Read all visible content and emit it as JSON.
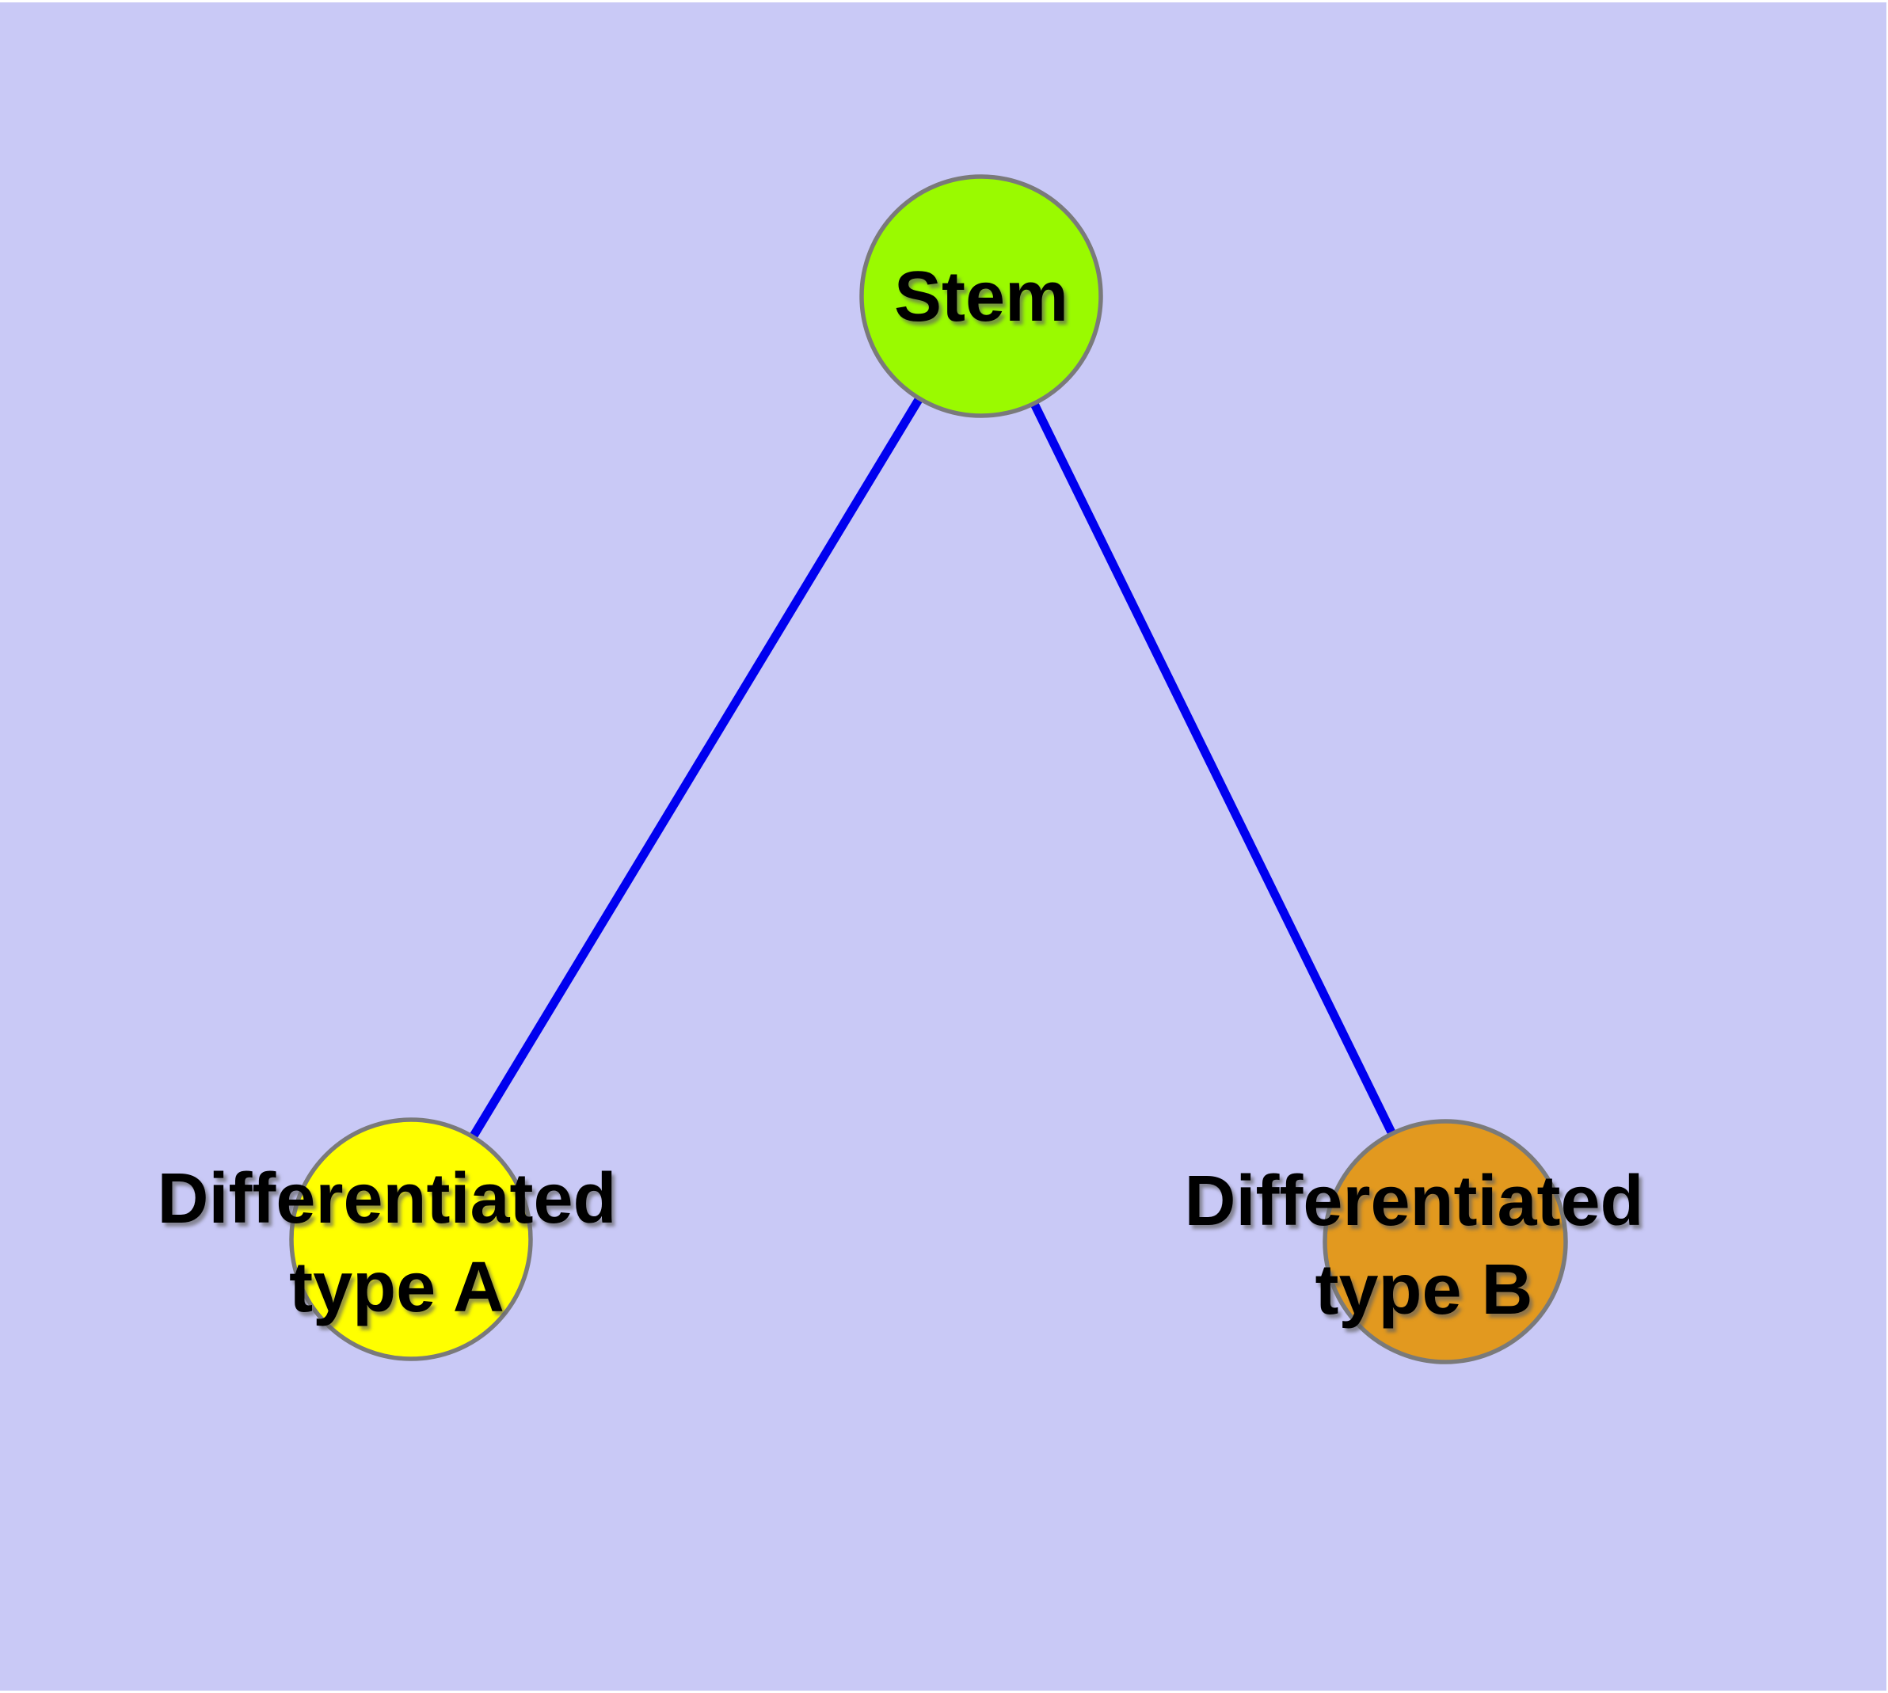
{
  "plot": {
    "background_color": "#C9C9F6",
    "frame_color": "#FFFFFF"
  },
  "graph": {
    "type": "node-link-diagram",
    "edge_color": "#0000EF",
    "node_border_color": "#7A7A7A",
    "label_color": "#000000",
    "nodes": [
      {
        "id": "stem",
        "label": "Stem",
        "line1": "Stem",
        "fill": "#9AFA00"
      },
      {
        "id": "differentiated-type-a",
        "label": "Differentiated type A",
        "line1": "Differentiated",
        "line2": "type A",
        "fill": "#FFFF00"
      },
      {
        "id": "differentiated-type-b",
        "label": "Differentiated type B",
        "line1": "Differentiated",
        "line2": "type B",
        "fill": "#E2991F"
      }
    ],
    "edges": [
      {
        "from": "stem",
        "to": "differentiated-type-a"
      },
      {
        "from": "stem",
        "to": "differentiated-type-b"
      }
    ]
  }
}
